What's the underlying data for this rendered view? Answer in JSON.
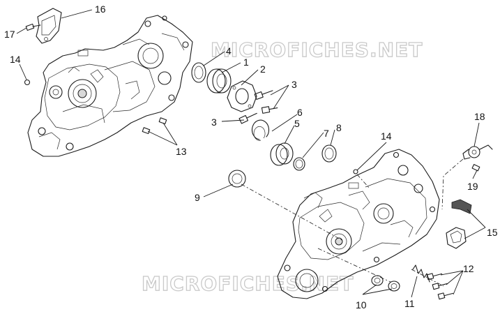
{
  "watermark": {
    "top": "MICROFICHES.NET",
    "bottom": "MICROFICHES.NET"
  },
  "callouts": {
    "c1": "1",
    "c2": "2",
    "c3a": "3",
    "c3b": "3",
    "c4": "4",
    "c5": "5",
    "c6": "6",
    "c7": "7",
    "c8": "8",
    "c9": "9",
    "c10": "10",
    "c11": "11",
    "c12": "12",
    "c13": "13",
    "c14a": "14",
    "c14b": "14",
    "c15": "15",
    "c16": "16",
    "c17": "17",
    "c18": "18",
    "c19": "19"
  }
}
